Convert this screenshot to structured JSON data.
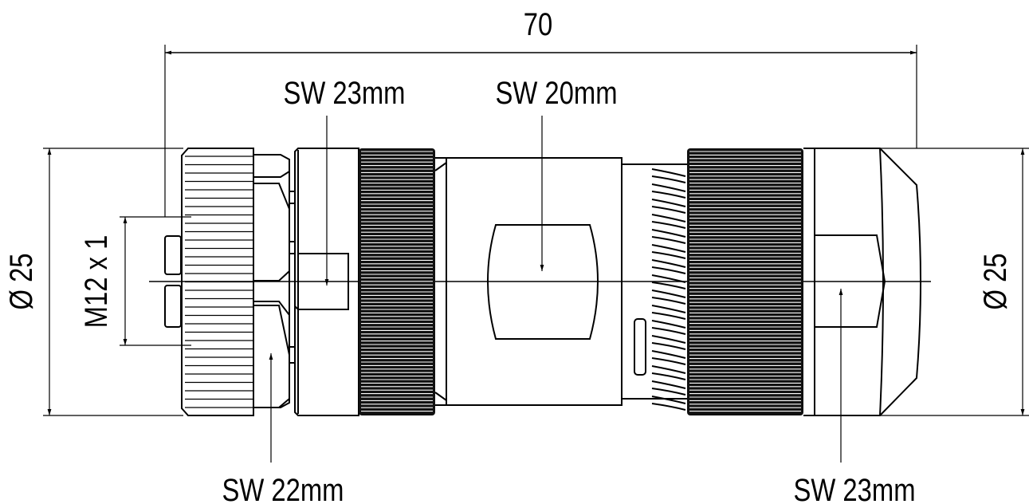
{
  "drawing": {
    "overall_length": "70",
    "left_diameter": "Ø 25",
    "right_diameter": "Ø 25",
    "thread": "M12 x 1",
    "wrench_top_left": "SW 23mm",
    "wrench_top_center": "SW 20mm",
    "wrench_bottom_left": "SW 22mm",
    "wrench_bottom_right": "SW 23mm"
  }
}
